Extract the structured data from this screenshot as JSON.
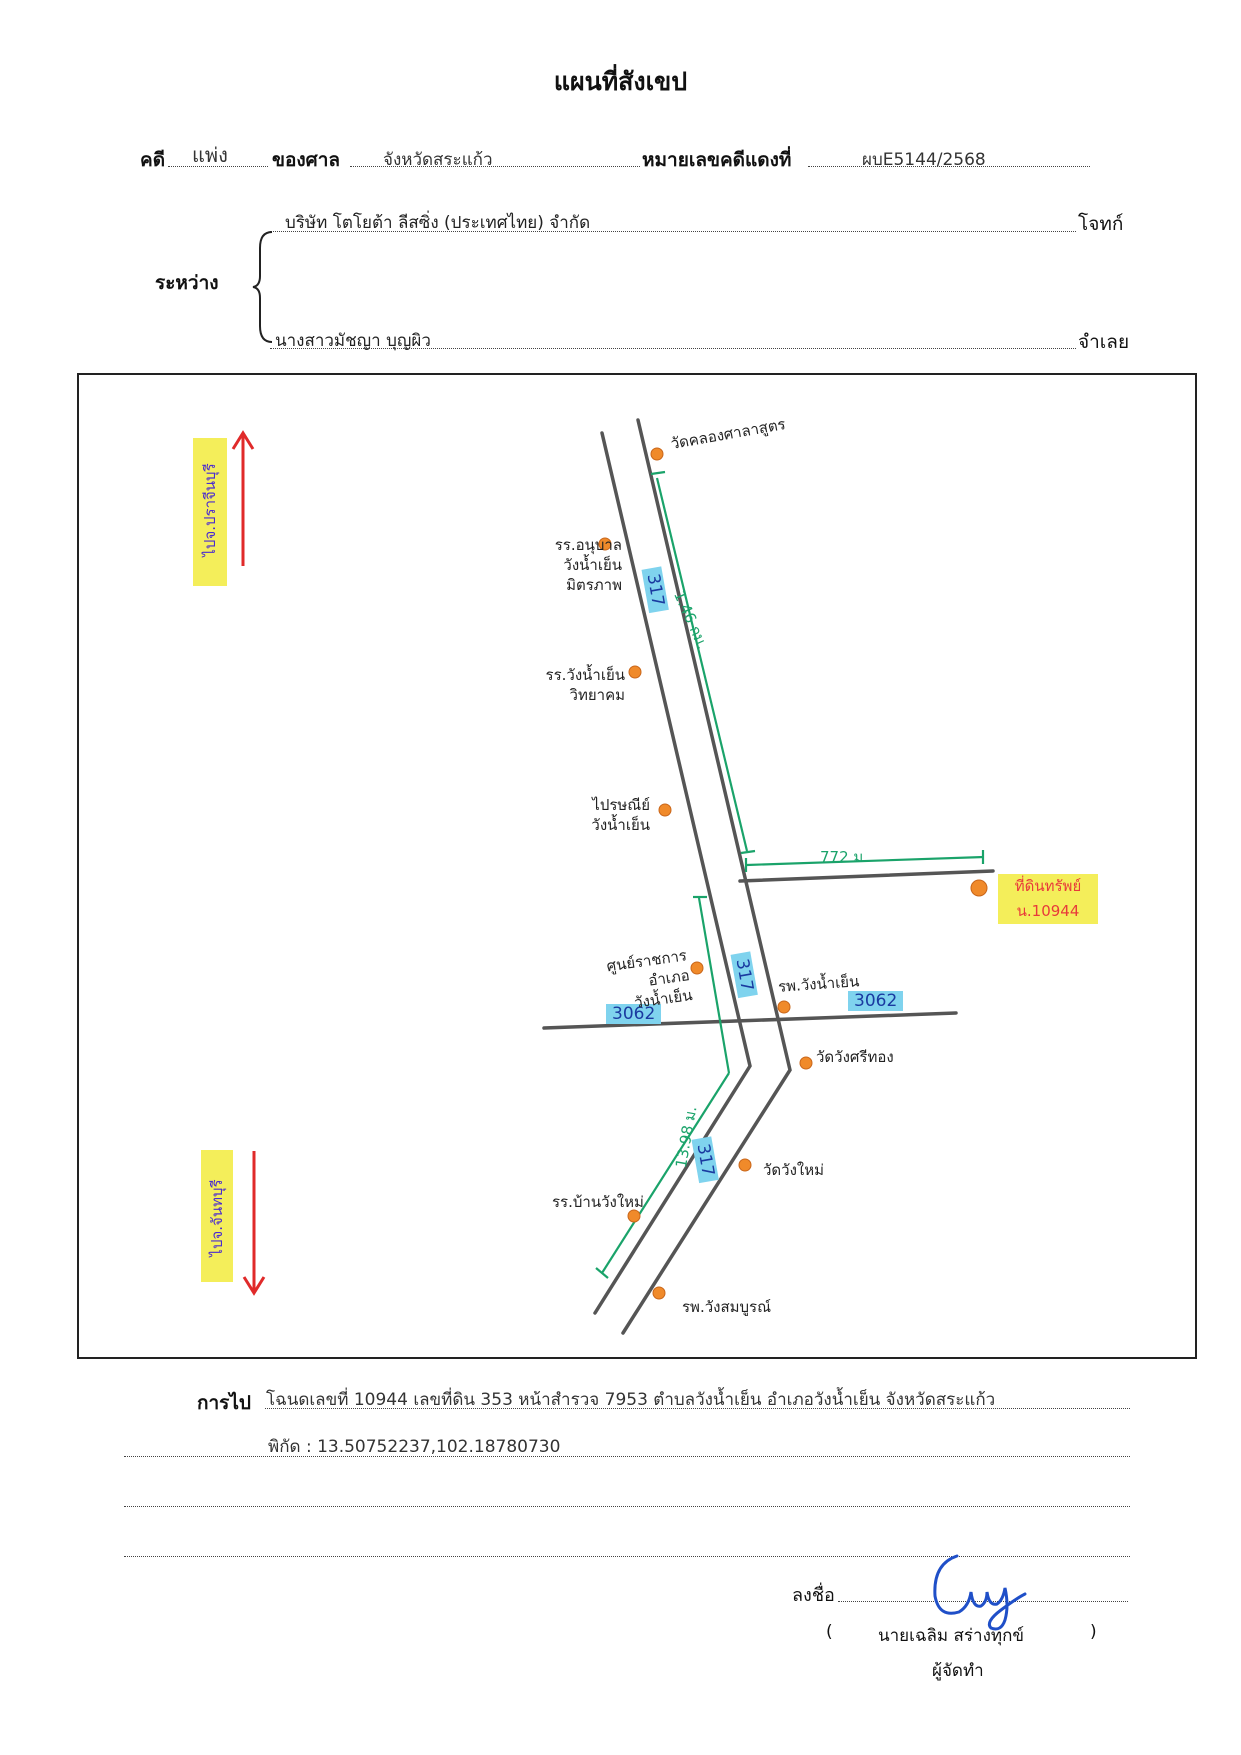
{
  "title": "แผนที่สังเขป",
  "header": {
    "case_label": "คดี",
    "case_type": "แพ่ง",
    "court_label": "ของศาล",
    "court_value": "จังหวัดสระแก้ว",
    "red_case_label": "หมายเลขคดีแดงที่",
    "red_case_value": "ผบE5144/2568"
  },
  "parties": {
    "between_label": "ระหว่าง",
    "plaintiff_name": "บริษัท โตโยต้า ลีสซิ่ง (ประเทศไทย) จำกัด",
    "plaintiff_label": "โจทก์",
    "defendant_name": "นางสาวมัชญา บุญผิว",
    "defendant_label": "จำเลย"
  },
  "map": {
    "north_label": "ไปจ.ปราจีนบุรี",
    "south_label": "ไปจ.จันทบุรี",
    "road_main": "317",
    "road_cross": "3062",
    "dist_north": "1.46 กม.",
    "dist_east": "772 ม.",
    "dist_south": "13.98 ม.",
    "property_line1": "ที่ดินทรัพย์",
    "property_line2": "น.10944",
    "landmarks": [
      "วัดคลองศาลาสูตร",
      "รร.อนุบาล วังน้ำเย็น มิตรภาพ",
      "รร.วังน้ำเย็น วิทยาคม",
      "ไปรษณีย์ วังน้ำเย็น",
      "ศูนย์ราชการ อำเภอวังน้ำเย็น",
      "รพ.วังน้ำเย็น",
      "วัดวังศรีทอง",
      "วัดวังใหม่",
      "รร.บ้านวังใหม่",
      "รพ.วังสมบูรณ์"
    ]
  },
  "footer": {
    "directions_label": "การไป",
    "directions_text": "โฉนดเลขที่ 10944  เลขที่ดิน 353 หน้าสำรวจ 7953 ตำบลวังน้ำเย็น  อำเภอวังน้ำเย็น จังหวัดสระแก้ว",
    "coords_text": "พิกัด : 13.50752237,102.18780730",
    "sign_label": "ลงชื่อ",
    "signer_name": "นายเฉลิม  สร่างทุกข์",
    "open_paren": "(",
    "close_paren": ")",
    "signer_role": "ผู้จัดทำ"
  },
  "colors": {
    "road": "#555555",
    "distance": "#1aa36a",
    "arrow": "#e02a2a",
    "marker": "#f08a2a",
    "highlight": "#f4ee5a",
    "road_tag": "#7fd3ee",
    "property_text": "#e83a3a"
  }
}
